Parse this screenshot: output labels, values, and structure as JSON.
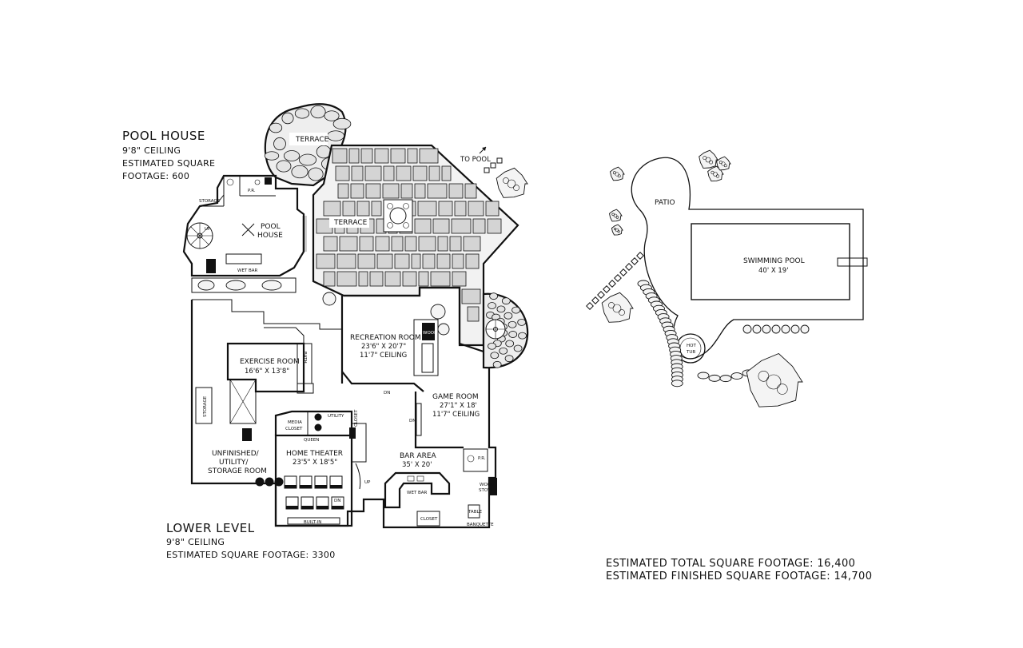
{
  "pool_house": {
    "title": "POOL HOUSE",
    "ceiling": "9'8\" CEILING",
    "area_line1": "ESTIMATED SQUARE",
    "area_line2": "FOOTAGE: 600"
  },
  "lower_level": {
    "title": "LOWER LEVEL",
    "ceiling": "9'8\" CEILING",
    "area": "ESTIMATED SQUARE FOOTAGE: 3300"
  },
  "totals": {
    "total": "ESTIMATED TOTAL SQUARE FOOTAGE: 16,400",
    "finished": "ESTIMATED FINISHED SQUARE FOOTAGE: 14,700"
  },
  "rooms": {
    "terrace_upper": "TERRACE",
    "terrace_main": "TERRACE",
    "to_pool": "TO POOL",
    "storage_pool": "STORAGE",
    "pr_pool": "P.R.",
    "pool_house_line1": "POOL",
    "pool_house_line2": "HOUSE",
    "wet_bar_pool": "WET BAR",
    "recreation_room": "RECREATION ROOM",
    "recreation_dims": "23'6\" X 20'7\"",
    "recreation_ceiling": "11'7\" CEILING",
    "exercise_room": "EXERCISE ROOM",
    "exercise_dims": "16'6\" X 13'8\"",
    "bath": "BATH",
    "storage_lower": "STORAGE",
    "game_room": "GAME ROOM",
    "game_dims": "27'1\" X 18'",
    "game_ceiling": "11'7\" CEILING",
    "media_closet_line1": "MEDIA",
    "media_closet_line2": "CLOSET",
    "utility": "UTILITY",
    "closet_stair": "CLOSET",
    "unfinished_line1": "UNFINISHED/",
    "unfinished_line2": "UTILITY/",
    "unfinished_line3": "STORAGE ROOM",
    "home_theater": "HOME THEATER",
    "home_theater_dims": "23'5\" X 18'5\"",
    "bar_area": "BAR AREA",
    "bar_area_dims": "35' X 20'",
    "wet_bar_lower": "WET BAR",
    "closet_bar": "CLOSET",
    "pr_lower": "P.R.",
    "wood_stove_line1": "WOOD",
    "wood_stove_line2": "STOVE",
    "table": "TABLE",
    "banquette": "BANQUETTE",
    "built_in": "BUILT-IN",
    "queen": "QUEEN",
    "wood_box": "WOOD",
    "dn_1": "DN",
    "dn_2": "DN",
    "dn_3": "DN",
    "up_1": "UP",
    "up_2": "UP"
  },
  "pool_area": {
    "patio": "PATIO",
    "swimming_pool": "SWIMMING POOL",
    "pool_dims": "40' X 19'",
    "hot_tub_line1": "HOT",
    "hot_tub_line2": "TUB"
  },
  "icons": [
    "north-arrow-icon",
    "spiral-stair-icon",
    "pool-table-icon",
    "tree-icon",
    "shrub-icon"
  ]
}
